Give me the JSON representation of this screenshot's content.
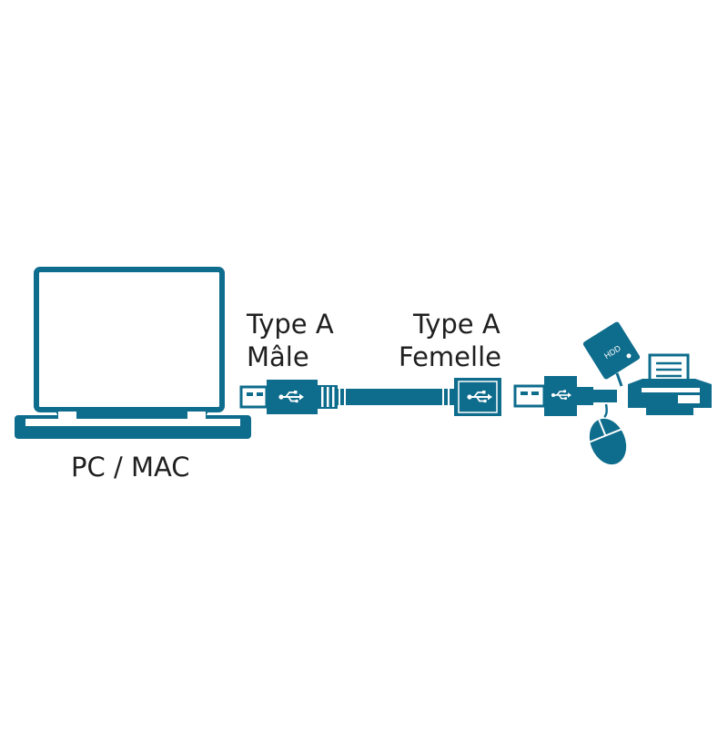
{
  "colors": {
    "accent": "#0e6c8c",
    "background": "#ffffff",
    "text": "#1f1f1f"
  },
  "labels": {
    "male_line1": "Type A",
    "male_line2": "Mâle",
    "female_line1": "Type A",
    "female_line2": "Femelle",
    "computer": "PC / MAC",
    "hdd": "HDD"
  },
  "icons": [
    "laptop-icon",
    "usb-male-plug-icon",
    "usb-female-socket-icon",
    "usb-symbol-icon",
    "hdd-icon",
    "printer-icon",
    "mouse-icon"
  ]
}
